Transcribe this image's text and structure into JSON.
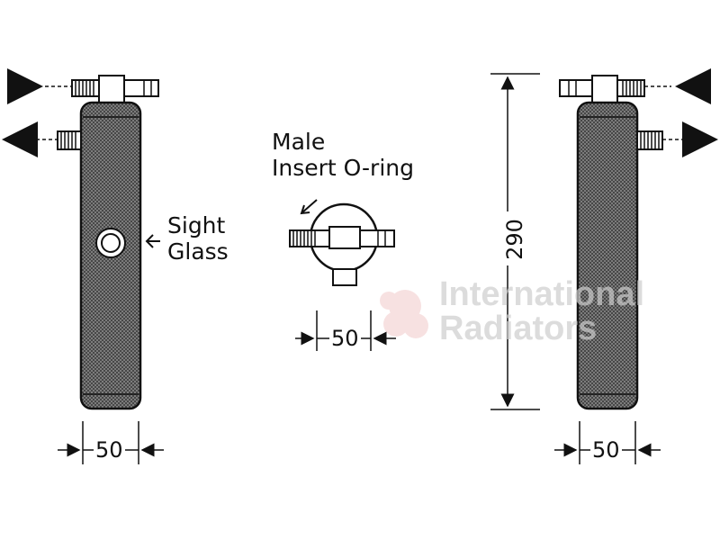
{
  "labels": {
    "sight_glass": [
      "Sight",
      "Glass"
    ],
    "male_insert_oring": [
      "Male",
      "Insert O-ring"
    ]
  },
  "dimensions": {
    "left_width": "50",
    "center_width": "50",
    "height": "290",
    "right_width": "50"
  },
  "watermark": [
    "International",
    "Radiators"
  ],
  "colors": {
    "line": "#111111",
    "hatch": "#6b6b6b",
    "watermark": "#d8d8d8",
    "watermark_logo": "#f2c9c9"
  }
}
